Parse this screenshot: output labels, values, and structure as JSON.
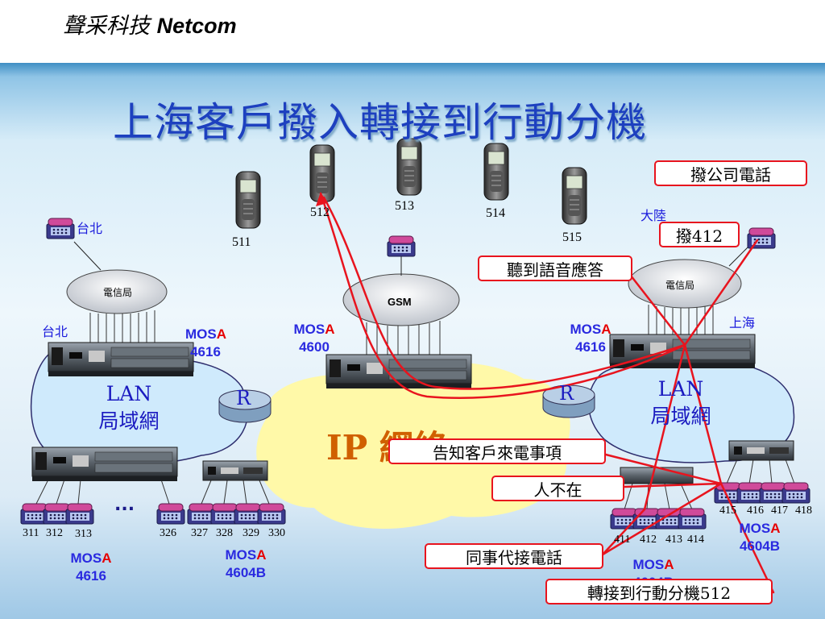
{
  "header": {
    "brand_cn": "聲采科技",
    "brand_en": "Netcom"
  },
  "title": "上海客戶撥入轉接到行動分機",
  "mobile_extensions": [
    "511",
    "512",
    "513",
    "514",
    "515"
  ],
  "sites": {
    "taipei_phone_label": "台北",
    "taipei_region_label": "台北",
    "mainland_label": "大陸",
    "shanghai_label": "上海"
  },
  "clouds": {
    "telecom_left": "電信局",
    "gsm": "GSM",
    "telecom_right": "電信局"
  },
  "devices": {
    "mos_prefix": "MOS",
    "mos_suffix": "A",
    "taipei_main_model": "4616",
    "center_model": "4600",
    "shanghai_main_model": "4616",
    "taipei_bottom_left_model": "4616",
    "taipei_bottom_right_model": "4604B",
    "shanghai_right_model": "4604B",
    "shanghai_bottom_model": "4604B"
  },
  "lan": {
    "line1": "LAN",
    "line2": "局域網"
  },
  "router": "R",
  "ip_network": "IP 網絡",
  "extensions": {
    "taipei_left": [
      "311",
      "312",
      "313"
    ],
    "taipei_ellipsis": "...",
    "taipei_mid": "326",
    "taipei_right": [
      "327",
      "328",
      "329",
      "330"
    ],
    "shanghai_bottom": [
      "411",
      "412",
      "413",
      "414"
    ],
    "shanghai_right": [
      "415",
      "416",
      "417",
      "418"
    ]
  },
  "callouts": {
    "dial_company": "撥公司電話",
    "dial_412": "撥412",
    "hear_voice": "聽到語音應答",
    "notify": "告知客戶來電事項",
    "absent": "人不在",
    "colleague": "同事代接電話",
    "transfer": "轉接到行動分機512"
  },
  "colors": {
    "title": "#1d40bf",
    "callout_border": "#e8141e",
    "mos": "#2a2ae0",
    "mos_accent": "#e60000",
    "ip_cloud": "#fff9a8"
  }
}
